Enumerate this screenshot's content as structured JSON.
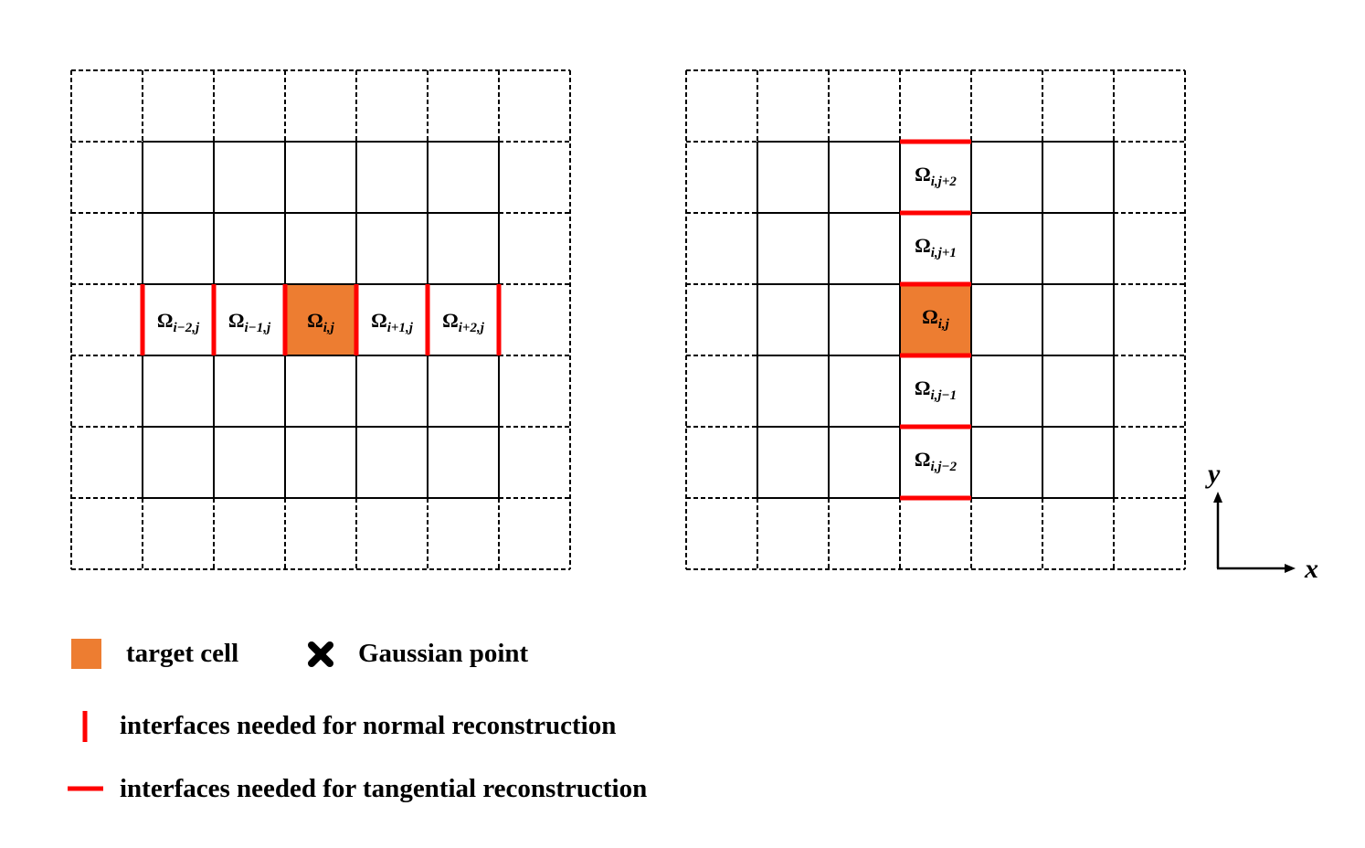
{
  "colors": {
    "target": "#ED7D31",
    "interface": "#FF0000",
    "grid": "#000000"
  },
  "left_grid": {
    "labels": [
      {
        "base": "Ω",
        "sub": "i−2,j"
      },
      {
        "base": "Ω",
        "sub": "i−1,j"
      },
      {
        "base": "Ω",
        "sub": "i,j"
      },
      {
        "base": "Ω",
        "sub": "i+1,j"
      },
      {
        "base": "Ω",
        "sub": "i+2,j"
      }
    ]
  },
  "right_grid": {
    "labels": [
      {
        "base": "Ω",
        "sub": "i,j+2"
      },
      {
        "base": "Ω",
        "sub": "i,j+1"
      },
      {
        "base": "Ω",
        "sub": "i,j"
      },
      {
        "base": "Ω",
        "sub": "i,j−1"
      },
      {
        "base": "Ω",
        "sub": "i,j−2"
      }
    ]
  },
  "axes": {
    "x_label": "x",
    "y_label": "y"
  },
  "legend": {
    "target_cell": "target cell",
    "gaussian_point": "Gaussian point",
    "normal_interfaces": "interfaces needed for normal reconstruction",
    "tangential_interfaces": "interfaces needed for tangential reconstruction"
  }
}
